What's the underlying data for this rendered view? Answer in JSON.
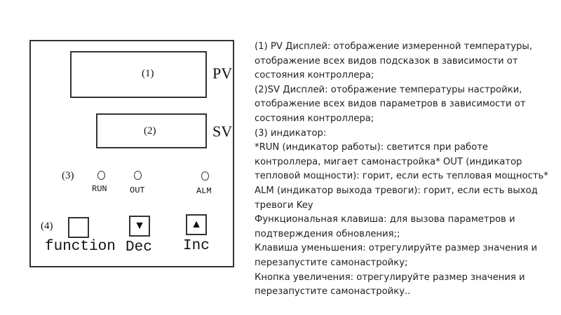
{
  "diagram": {
    "pv_marker": "(1)",
    "pv_label": "PV",
    "sv_marker": "(2)",
    "sv_label": "SV",
    "ind_marker": "(3)",
    "indicators": [
      "RUN",
      "OUT",
      "ALM"
    ],
    "key_marker": "(4)",
    "keys": [
      {
        "label": "function",
        "icon": "empty-square"
      },
      {
        "label": "Dec",
        "icon": "▼"
      },
      {
        "label": "Inc",
        "icon": "▲"
      }
    ]
  },
  "description": [
    "(1) PV Дисплей: отображение измеренной температуры,",
    "отображение всех видов подсказок в зависимости от",
    "состояния контроллера;",
    "(2)SV Дисплей: отображение температуры настройки,",
    "отображение всех видов параметров в зависимости от",
    "состояния контроллера;",
    "(3) индикатор:",
    "*RUN (индикатор работы): светится при работе",
    "контроллера, мигает самонастройка* OUT (индикатор",
    "тепловой мощности): горит, если есть тепловая мощность*",
    "ALM (индикатор выхода тревоги): горит, если есть выход",
    "тревоги Key",
    "Функциональная клавиша: для вызова параметров и",
    "подтверждения обновления;;",
    "Клавиша уменьшения: отрегулируйте размер значения и",
    "перезапустите самонастройку;",
    "Кнопка увеличения: отрегулируйте размер значения и",
    "перезапустите самонастройку.."
  ]
}
